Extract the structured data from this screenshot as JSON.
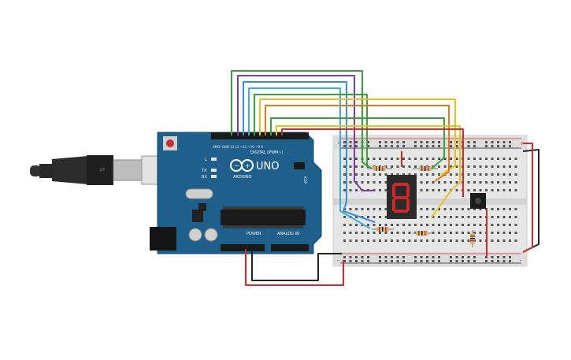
{
  "arduino": {
    "model_label": "UNO",
    "brand_label": "ARDUINO",
    "digital_label": "DIGITAL (PWM~)",
    "power_label": "POWER",
    "analog_label": "ANALOG IN",
    "led_labels": [
      "L",
      "TX",
      "RX"
    ],
    "icsp_label": "ICSP",
    "board_color": "#1f5f8b"
  },
  "display": {
    "digit": "8",
    "segment_color": "#cc2a2a"
  },
  "breadboard": {
    "rail_plus": "+",
    "rail_minus": "-"
  },
  "colors": {
    "wire_green": "#3aa13a",
    "wire_purple": "#7b3fa0",
    "wire_blue": "#3a8fd8",
    "wire_cyan": "#3ab0d0",
    "wire_yellow": "#e8c21a",
    "wire_orange": "#e07a1a",
    "wire_red": "#d42a2a",
    "wire_black": "#222222"
  }
}
